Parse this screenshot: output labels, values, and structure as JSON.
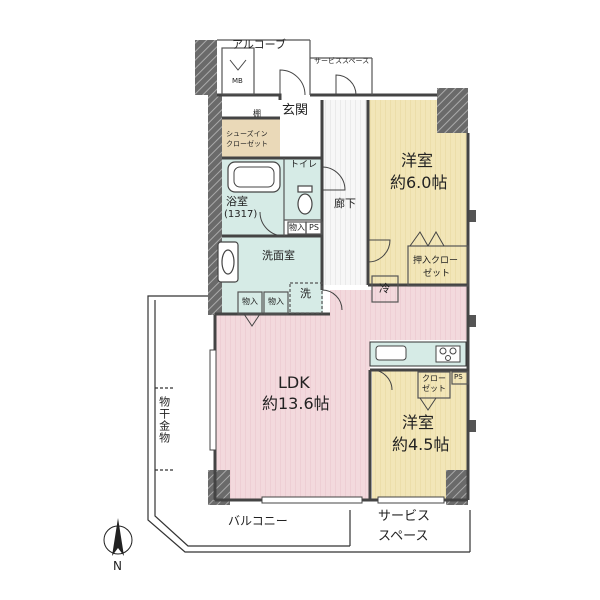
{
  "rooms": {
    "alcove": "アルコーブ",
    "mb": "MB",
    "service_space_top": "サービススペース",
    "entrance": "玄関",
    "shelf": "棚",
    "shoe_closet_l1": "シューズイン",
    "shoe_closet_l2": "クローゼット",
    "toilet": "トイレ",
    "bath_l1": "浴室",
    "bath_l2": "(1317)",
    "hallway": "廊下",
    "western1_name": "洋室",
    "western1_size": "約6.0帖",
    "closet1_l1": "押入クロー",
    "closet1_l2": "ゼット",
    "washroom": "洗面室",
    "storage_a": "物入",
    "storage_b": "物入",
    "storage_c": "物入",
    "ps": "PS",
    "ps2": "PS",
    "fridge": "冷",
    "washer": "洗",
    "ldk_name": "LDK",
    "ldk_size": "約13.6帖",
    "closet2_l1": "クロー",
    "closet2_l2": "ゼット",
    "western2_name": "洋室",
    "western2_size": "約4.5帖",
    "clothes_rack": "物干金物",
    "balcony": "バルコニー",
    "service_space_l1": "サービス",
    "service_space_l2": "スペース",
    "north": "N"
  },
  "colors": {
    "wall": "#555555",
    "pink_floor": "#f3d9dd",
    "yellow_floor": "#f2e6b8",
    "wet_floor": "#d6ebe6",
    "shoe_floor": "#ead9b8",
    "hallway_floor": "#f4f4f4",
    "line": "#333333"
  }
}
